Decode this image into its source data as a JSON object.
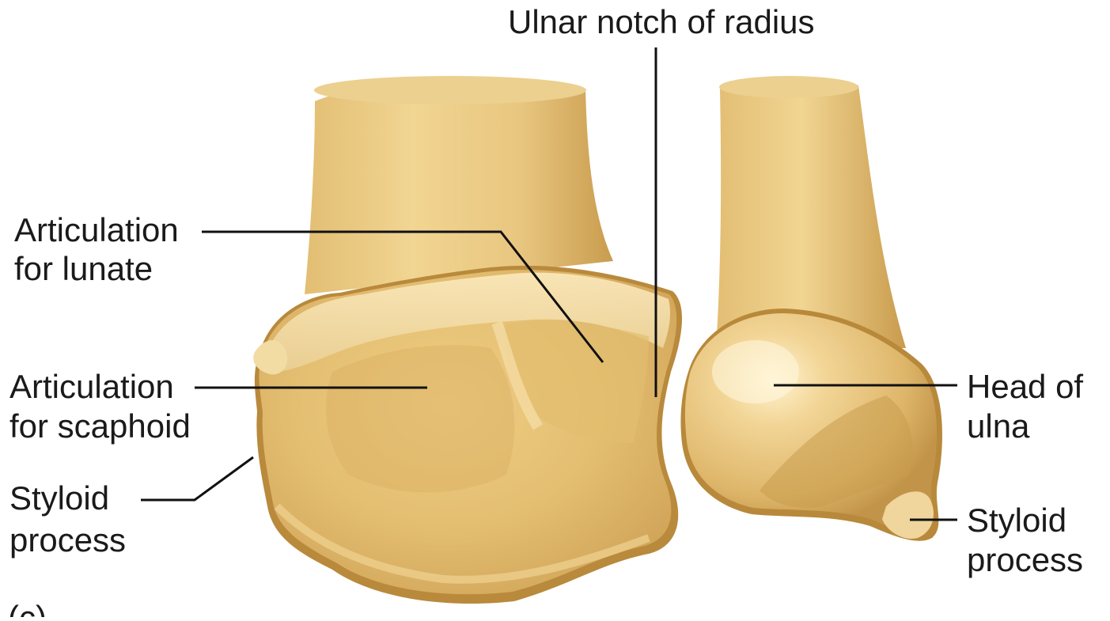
{
  "figure": {
    "panel_label": "(c)",
    "labels": {
      "ulnar_notch": "Ulnar notch of radius",
      "lunate": [
        "Articulation",
        "for lunate"
      ],
      "scaphoid": [
        "Articulation",
        "for scaphoid"
      ],
      "radius_styloid": [
        "Styloid",
        "process"
      ],
      "head_of_ulna": [
        "Head of",
        "ulna"
      ],
      "ulna_styloid": [
        "Styloid",
        "process"
      ]
    }
  },
  "colors": {
    "bone_light": "#f6dfa6",
    "bone_mid": "#e6c47e",
    "bone_dark": "#c99c4e",
    "bone_shadow": "#a9782f",
    "leader": "#111111",
    "background": "#ffffff"
  }
}
